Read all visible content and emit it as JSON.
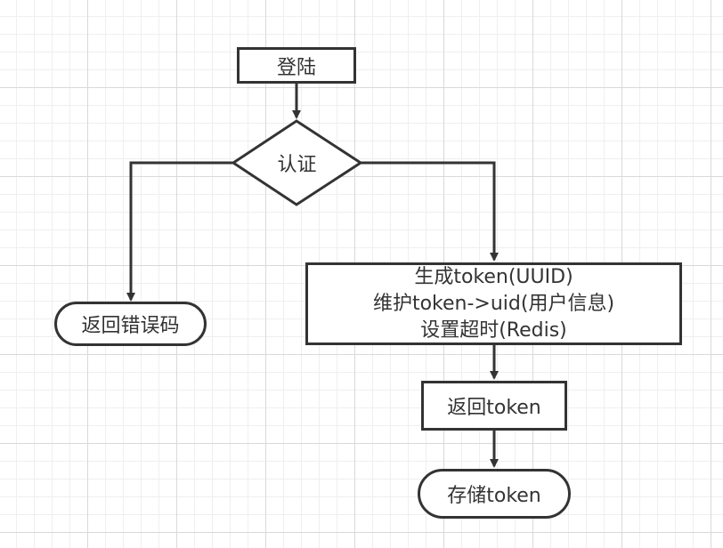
{
  "diagram": {
    "nodes": {
      "login": "登陆",
      "auth": "认证",
      "return_error": "返回错误码",
      "process_lines": [
        "生成token(UUID)",
        "维护token->uid(用户信息)",
        "设置超时(Redis)"
      ],
      "return_token": "返回token",
      "store_token": "存储token"
    }
  },
  "colors": {
    "line": "#333333",
    "fill": "#ffffff",
    "grid_major": "#d9d9d9",
    "grid_minor": "#efefef"
  }
}
